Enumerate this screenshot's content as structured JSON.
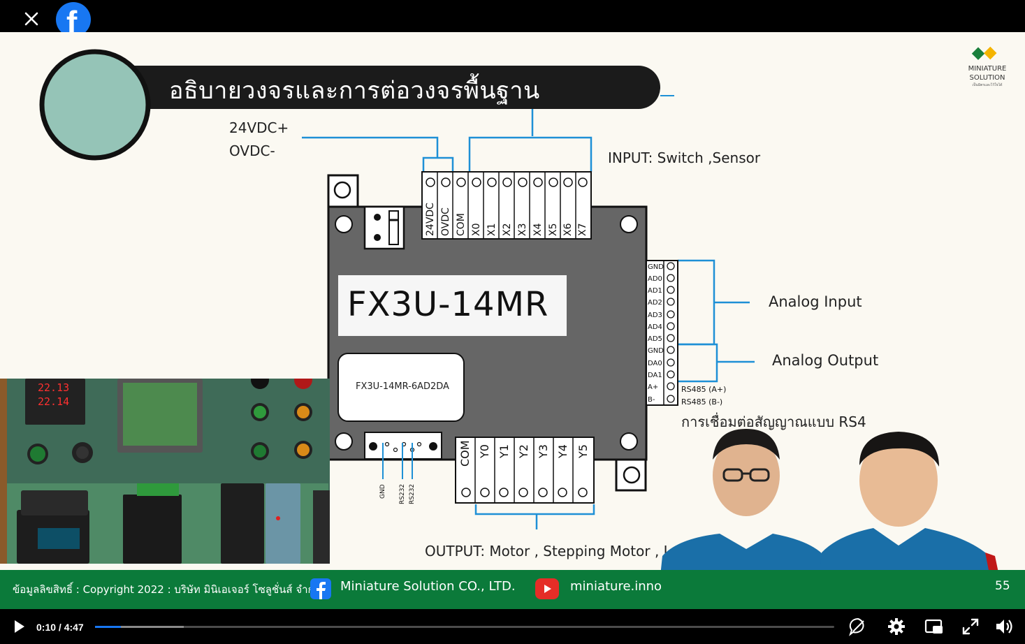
{
  "topbar": {
    "close_icon": "close-icon",
    "logo_icon": "facebook-logo-icon"
  },
  "slide": {
    "title": "อธิบายวงจรและการต่อวงจรพื้นฐาน",
    "power_24": "24VDC+",
    "power_0": "OVDC-",
    "input_label": "INPUT: Switch ,Sensor",
    "output_label": "OUTPUT: Motor , Stepping Motor , L",
    "analog_input": "Analog Input",
    "analog_output": "Analog Output",
    "rs485_caption": "การเชื่อมต่อสัญญาณแบบ RS4",
    "plc_model": "FX3U-14MR",
    "plc_sub_model": "FX3U-14MR-6AD2DA",
    "input_terminals": [
      "24VDC",
      "OVDC",
      "COM",
      "X0",
      "X1",
      "X2",
      "X3",
      "X4",
      "X5",
      "X6",
      "X7"
    ],
    "output_terminals": [
      "COM",
      "Y0",
      "Y1",
      "Y2",
      "Y3",
      "Y4",
      "Y5"
    ],
    "analog_terminals": [
      "GND",
      "AD0",
      "AD1",
      "AD2",
      "AD3",
      "AD4",
      "AD5",
      "GND",
      "DA0",
      "DA1",
      "A+",
      "B-"
    ],
    "rs485_a": "RS485 (A+)",
    "rs485_b": "RS485 (B-)",
    "serial_pins": [
      "GND",
      "RS232",
      "RS232"
    ]
  },
  "brand": {
    "line1": "MINIATURE",
    "line2": "SOLUTION",
    "line3": "เป็นมิตรและไว้ใจได้"
  },
  "inset": {
    "display_top": "22.13",
    "display_bottom": "22.14"
  },
  "footer": {
    "copyright": "ข้อมูลลิขสิทธิ์ : Copyright 2022 : บริษัท มินิเอเจอร์ โซลูชั่นส์ จำกัด",
    "facebook_page": "Miniature Solution CO., LTD.",
    "youtube_channel": "miniature.inno",
    "edge_text": "55"
  },
  "player": {
    "time": "0:10 / 4:47",
    "progress": 0.035,
    "buffered": 0.12,
    "accent": "#1877f2"
  }
}
